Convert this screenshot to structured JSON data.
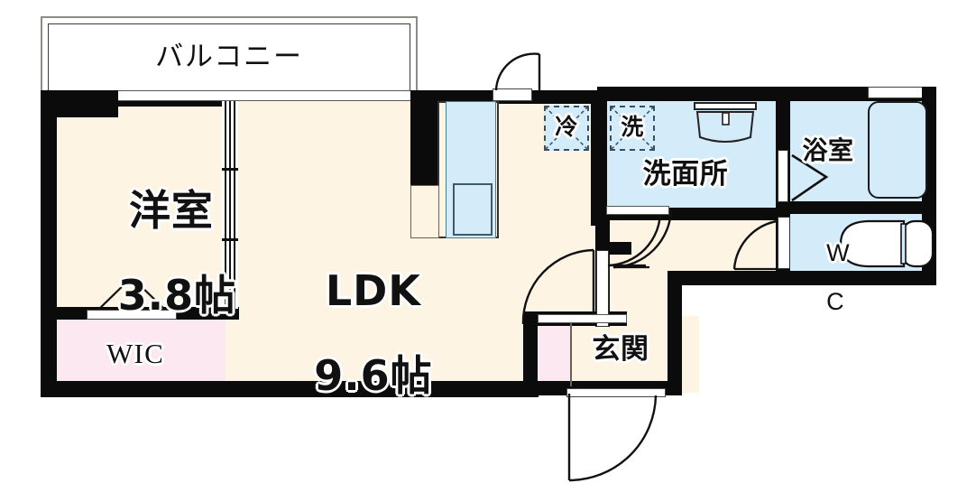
{
  "document": {
    "type": "floor-plan",
    "title": "間取り図",
    "units": "帖 (tatami mats)"
  },
  "colors": {
    "wall": "#0b0b0b",
    "floor_beige": "#fdf4e3",
    "water_blue": "#d4ecf9",
    "closet_pink": "#fbe8f0",
    "appliance_outline": "#33506b",
    "thin_line": "#6b6257",
    "background": "#ffffff"
  },
  "rooms": [
    {
      "id": "balcony",
      "label": "バルコニー",
      "fill": "white"
    },
    {
      "id": "washitsu",
      "label": "洋室",
      "size": "3.8帖",
      "fill": "beige"
    },
    {
      "id": "wic",
      "label": "WIC",
      "fill": "pink"
    },
    {
      "id": "ldk",
      "label": "LDK",
      "size": "9.6帖",
      "fill": "beige"
    },
    {
      "id": "senmenjo",
      "label": "洗面所",
      "fill": "blue"
    },
    {
      "id": "yokushitsu",
      "label": "浴室",
      "fill": "blue"
    },
    {
      "id": "wc",
      "label": "W\nC",
      "label_line1": "W",
      "label_line2": "C",
      "fill": "blue"
    },
    {
      "id": "genkan",
      "label": "玄関",
      "fill": "beige"
    },
    {
      "id": "hallway",
      "label": "",
      "fill": "beige"
    }
  ],
  "appliances": [
    {
      "id": "refrigerator",
      "label": "冷",
      "note": "冷蔵庫置場"
    },
    {
      "id": "washing-machine",
      "label": "洗",
      "note": "洗濯機置場"
    }
  ],
  "fixtures": [
    {
      "id": "kitchen-sink",
      "label": ""
    },
    {
      "id": "vanity-basin",
      "label": ""
    },
    {
      "id": "bathtub",
      "label": ""
    },
    {
      "id": "toilet",
      "label": ""
    },
    {
      "id": "shoe-closet",
      "label": ""
    }
  ],
  "openings": [
    {
      "id": "entrance-door",
      "type": "swing-door"
    },
    {
      "id": "kitchen-service-door",
      "type": "swing-door"
    },
    {
      "id": "ldk-hall-door",
      "type": "swing-door"
    },
    {
      "id": "hall-door",
      "type": "swing-door"
    },
    {
      "id": "washroom-door",
      "type": "swing-door"
    },
    {
      "id": "wc-door",
      "type": "swing-door"
    },
    {
      "id": "bathroom-door",
      "type": "folding-door"
    },
    {
      "id": "wic-door",
      "type": "folding-door"
    },
    {
      "id": "room-ldk-partition",
      "type": "sliding-partition"
    },
    {
      "id": "balcony-window",
      "type": "sliding-window"
    },
    {
      "id": "bath-window",
      "type": "window"
    }
  ]
}
